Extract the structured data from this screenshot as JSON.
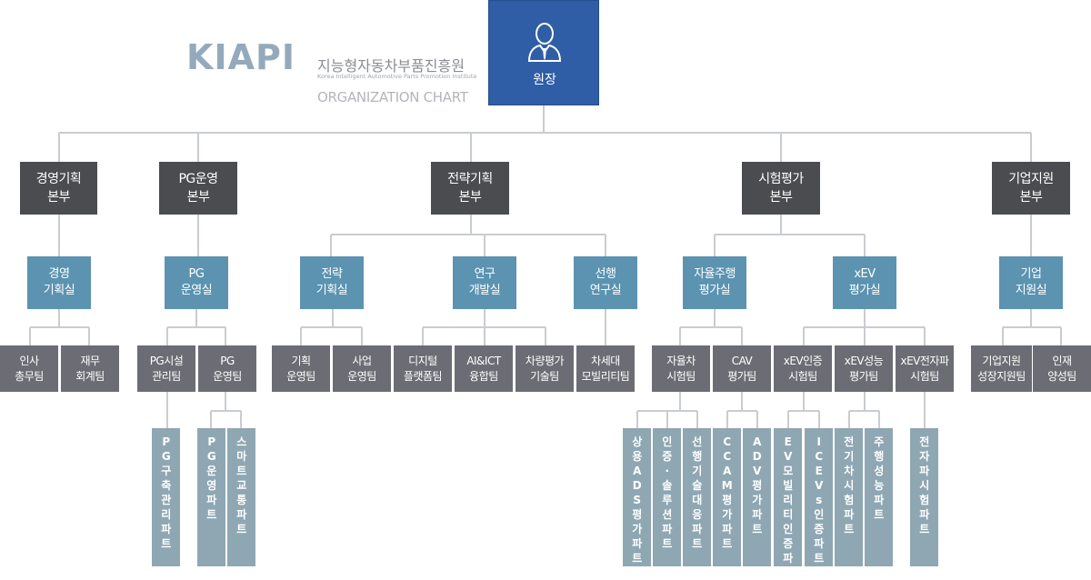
{
  "logo": {
    "brand": "KIAPI",
    "name_ko": "지능형자동차부품진흥원",
    "name_en": "Korea Intelligent Automotive Parts Promotion Institute",
    "chart_title": "ORGANIZATION CHART"
  },
  "director": {
    "label": "원장",
    "icon": "person-icon"
  },
  "headquarters": [
    {
      "label": "경영기획\n본부"
    },
    {
      "label": "PG운영\n본부"
    },
    {
      "label": "전략기획\n본부"
    },
    {
      "label": "시험평가\n본부"
    },
    {
      "label": "기업지원\n본부"
    }
  ],
  "offices": [
    {
      "label": "경영\n기획실"
    },
    {
      "label": "PG\n운영실"
    },
    {
      "label": "전략\n기획실"
    },
    {
      "label": "연구\n개발실"
    },
    {
      "label": "선행\n연구실"
    },
    {
      "label": "자율주행\n평가실"
    },
    {
      "label": "xEV\n평가실"
    },
    {
      "label": "기업\n지원실"
    }
  ],
  "teams": [
    {
      "label": "인사\n총무팀"
    },
    {
      "label": "재무\n회계팀"
    },
    {
      "label": "PG시설\n관리팀"
    },
    {
      "label": "PG\n운영팀"
    },
    {
      "label": "기획\n운영팀"
    },
    {
      "label": "사업\n운영팀"
    },
    {
      "label": "디지털\n플랫폼팀"
    },
    {
      "label": "AI&ICT\n융합팀"
    },
    {
      "label": "차량평가\n기술팀"
    },
    {
      "label": "차세대\n모빌리티팀"
    },
    {
      "label": "자율차\n시험팀"
    },
    {
      "label": "CAV\n평가팀"
    },
    {
      "label": "xEV인증\n시험팀"
    },
    {
      "label": "xEV성능\n평가팀"
    },
    {
      "label": "xEV전자파\n시험팀"
    },
    {
      "label": "기업지원\n성장지원팀"
    },
    {
      "label": "인재\n양성팀"
    }
  ],
  "parts": [
    {
      "label": "PG구축관리파트"
    },
    {
      "label": "PG운영파트"
    },
    {
      "label": "스마트교통파트"
    },
    {
      "label": "상용ADS평가파트"
    },
    {
      "label": "인증·솔루션파트"
    },
    {
      "label": "선행기술대응파트"
    },
    {
      "label": "CCAM평가파트"
    },
    {
      "label": "ADV평가파트"
    },
    {
      "label": "EV모빌리티인증파트"
    },
    {
      "label": "ICEVs인증파트"
    },
    {
      "label": "전기차시험파트"
    },
    {
      "label": "주행성능파트"
    },
    {
      "label": "전자파시험파트"
    }
  ],
  "colors": {
    "director": "#2f5ea6",
    "headquarters": "#4b4c50",
    "office": "#5b93b1",
    "team": "#6c6d74",
    "part": "#8fa7b3",
    "line": "#c9ccd0"
  }
}
